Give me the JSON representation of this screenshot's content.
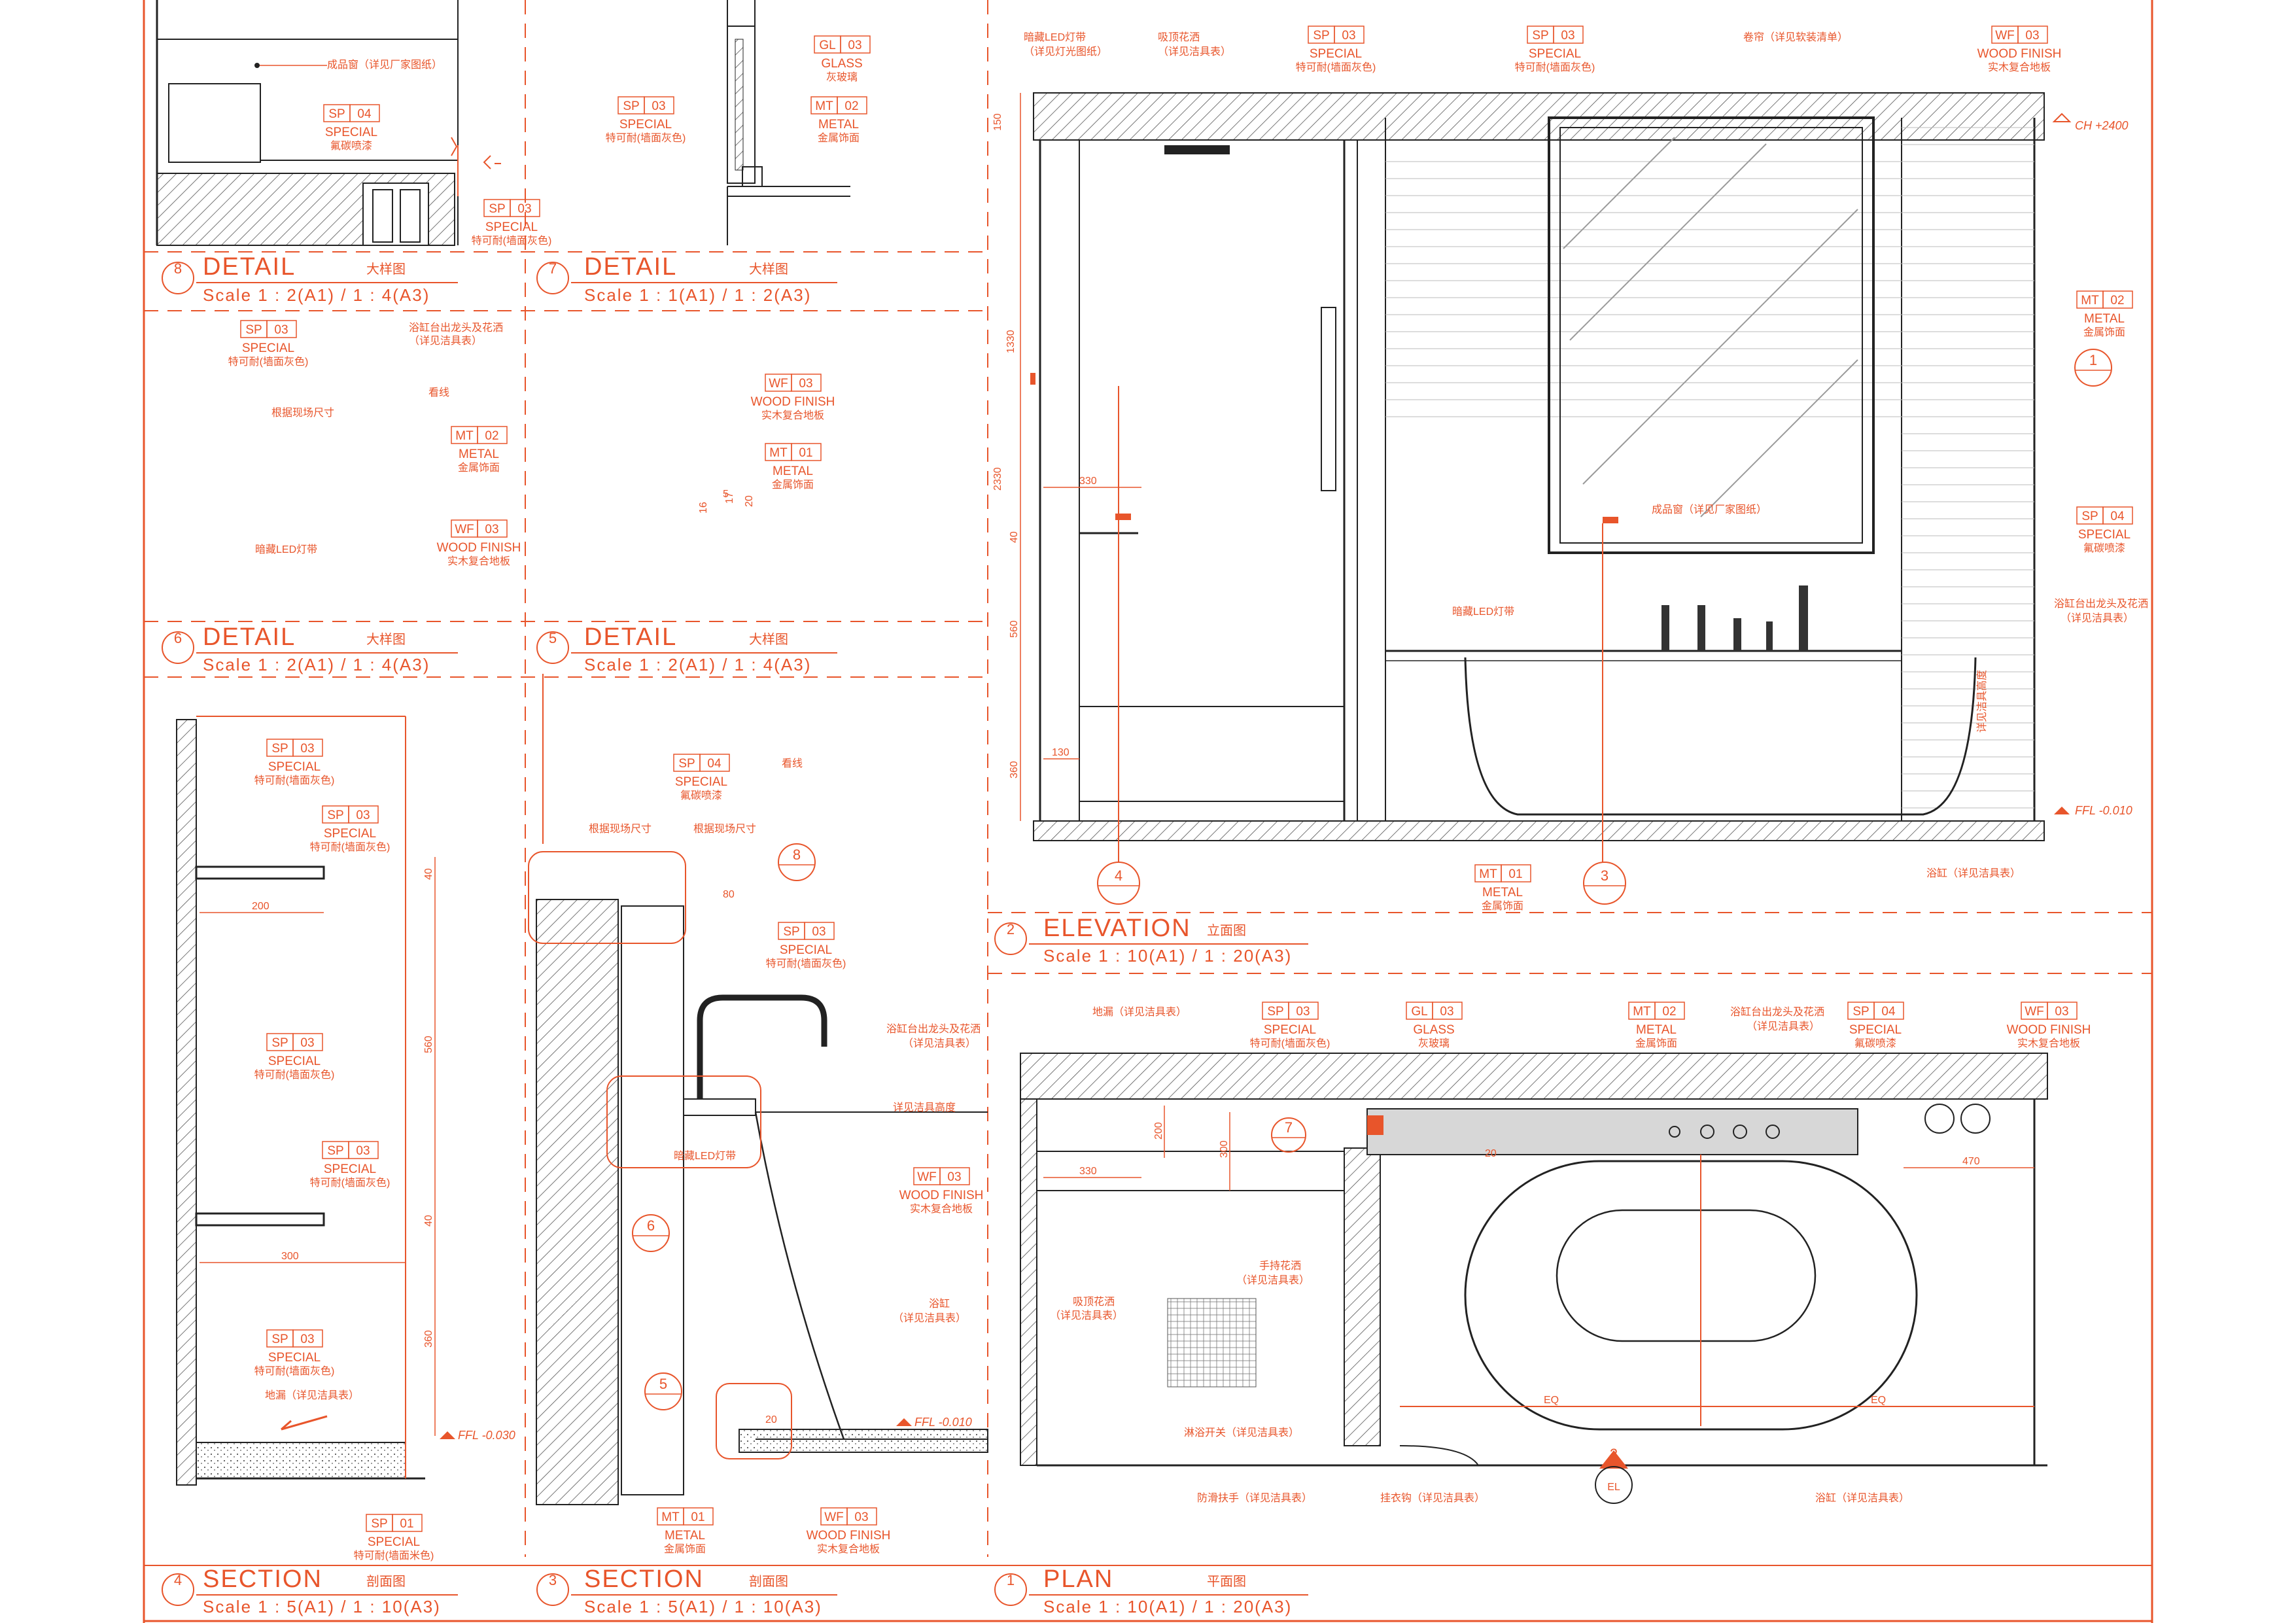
{
  "drawings": {
    "d8": {
      "num": "8",
      "type": "DETAIL",
      "cn": "大样图",
      "scale": "Scale 1 : 2(A1) / 1 : 4(A3)"
    },
    "d7": {
      "num": "7",
      "type": "DETAIL",
      "cn": "大样图",
      "scale": "Scale 1 : 1(A1) / 1 : 2(A3)"
    },
    "d6": {
      "num": "6",
      "type": "DETAIL",
      "cn": "大样图",
      "scale": "Scale 1 : 2(A1) / 1 : 4(A3)"
    },
    "d5": {
      "num": "5",
      "type": "DETAIL",
      "cn": "大样图",
      "scale": "Scale 1 : 2(A1) / 1 : 4(A3)"
    },
    "d4": {
      "num": "4",
      "type": "SECTION",
      "cn": "剖面图",
      "scale": "Scale 1 : 5(A1) / 1 : 10(A3)"
    },
    "d3": {
      "num": "3",
      "type": "SECTION",
      "cn": "剖面图",
      "scale": "Scale 1 : 5(A1) / 1 : 10(A3)"
    },
    "d2": {
      "num": "2",
      "type": "ELEVATION",
      "cn": "立面图",
      "scale": "Scale 1 : 10(A1) / 1 : 20(A3)"
    },
    "d1": {
      "num": "1",
      "type": "PLAN",
      "cn": "平面图",
      "scale": "Scale 1 : 10(A1) / 1 : 20(A3)"
    }
  },
  "tags": {
    "sp01": {
      "code": "SP",
      "no": "01",
      "name": "SPECIAL",
      "cn": "特可耐(墙面米色)"
    },
    "sp03": {
      "code": "SP",
      "no": "03",
      "name": "SPECIAL",
      "cn": "特可耐(墙面灰色)"
    },
    "sp04": {
      "code": "SP",
      "no": "04",
      "name": "SPECIAL",
      "cn": "氟碳喷漆"
    },
    "gl03": {
      "code": "GL",
      "no": "03",
      "name": "GLASS",
      "cn": "灰玻璃"
    },
    "mt01": {
      "code": "MT",
      "no": "01",
      "name": "METAL",
      "cn": "金属饰面"
    },
    "mt02": {
      "code": "MT",
      "no": "02",
      "name": "METAL",
      "cn": "金属饰面"
    },
    "wf03": {
      "code": "WF",
      "no": "03",
      "name": "WOOD FINISH",
      "cn": "实木复合地板"
    }
  },
  "notes": {
    "window_mfr": "成品窗（详见厂家图纸）",
    "window_mfr2": "成品窗（详见厂家图纸）",
    "tub_filler": "浴缸台出龙头及花洒",
    "see_sanitary": "（详见洁具表）",
    "dim_site": "根据现场尺寸",
    "line": "看线",
    "led": "暗藏LED灯带",
    "led_ref": "暗藏LED灯带",
    "led_ref2": "（详见灯光图纸）",
    "ceiling_shower": "吸顶花洒",
    "blind": "卷帘（详见软装清单）",
    "drain": "地漏（详见洁具表）",
    "hand_shower": "手持花洒",
    "shower_switch": "淋浴开关（详见洁具表）",
    "grab_bar": "防滑扶手（详见洁具表）",
    "hook": "挂衣钩（详见洁具表）",
    "tub": "浴缸（详见洁具表）",
    "tub_short": "浴缸",
    "tub_height": "详见洁具高度",
    "tub_height2": "详见洁具高度"
  },
  "levels": {
    "ch": "CH +2400",
    "ffl1": "FFL -0.010",
    "ffl2": "FFL -0.030",
    "ffl3": "FFL -0.010"
  },
  "dims": {
    "e150": "150",
    "e1330": "1330",
    "e2330": "2330",
    "e40": "40",
    "e560": "560",
    "e360": "360",
    "e330": "330",
    "e130": "130",
    "s200": "200",
    "s300": "300",
    "s40a": "40",
    "s560": "560",
    "s40b": "40",
    "s360": "360",
    "p200": "200",
    "p300": "300",
    "p330": "330",
    "p20": "20",
    "p470": "470",
    "eq1": "EQ",
    "eq2": "EQ",
    "d5_80": "80",
    "d5_20": "20",
    "d7_17": "17",
    "d7_20": "20",
    "d7_16": "16",
    "d7_5": "5"
  },
  "callouts": {
    "c1": "1",
    "c2": "2",
    "c3": "3",
    "c4": "4",
    "c5": "5",
    "c6": "6",
    "c7": "7",
    "c8": "8",
    "el": "EL"
  }
}
